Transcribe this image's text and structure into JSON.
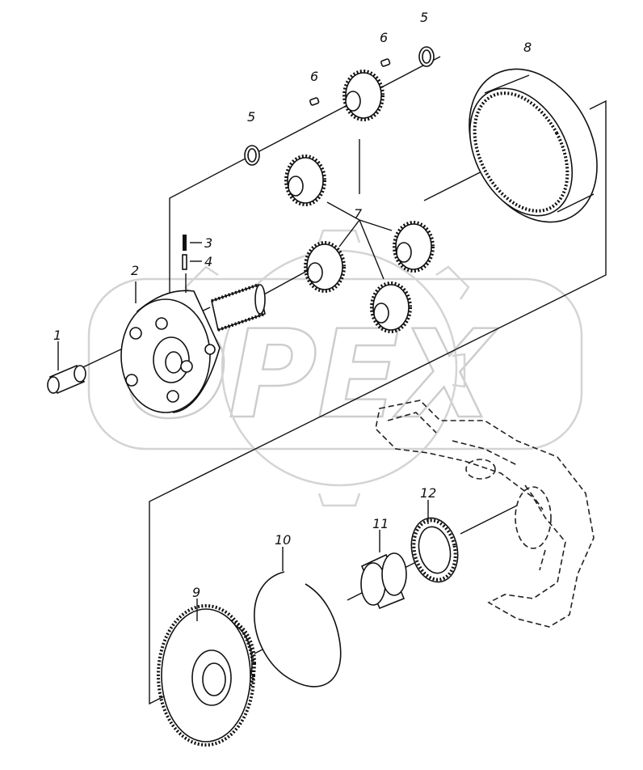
{
  "watermark": {
    "text": "OPEX"
  },
  "signature": "",
  "callouts": [
    "1",
    "2",
    "3",
    "4",
    "5",
    "5",
    "6",
    "6",
    "7",
    "8",
    "9",
    "10",
    "11",
    "12"
  ],
  "parts": [
    {
      "name": "pin",
      "label": "1"
    },
    {
      "name": "planet-carrier",
      "label": "2"
    },
    {
      "name": "pin-small",
      "label": "3"
    },
    {
      "name": "pin-small-2",
      "label": "4"
    },
    {
      "name": "snap-ring",
      "label": "5"
    },
    {
      "name": "dowel",
      "label": "6"
    },
    {
      "name": "planet-gear",
      "label": "7"
    },
    {
      "name": "ring-gear",
      "label": "8"
    },
    {
      "name": "sun-gear-flange",
      "label": "9"
    },
    {
      "name": "retaining-ring",
      "label": "10"
    },
    {
      "name": "bushing",
      "label": "11"
    },
    {
      "name": "thrust-washer",
      "label": "12"
    }
  ]
}
